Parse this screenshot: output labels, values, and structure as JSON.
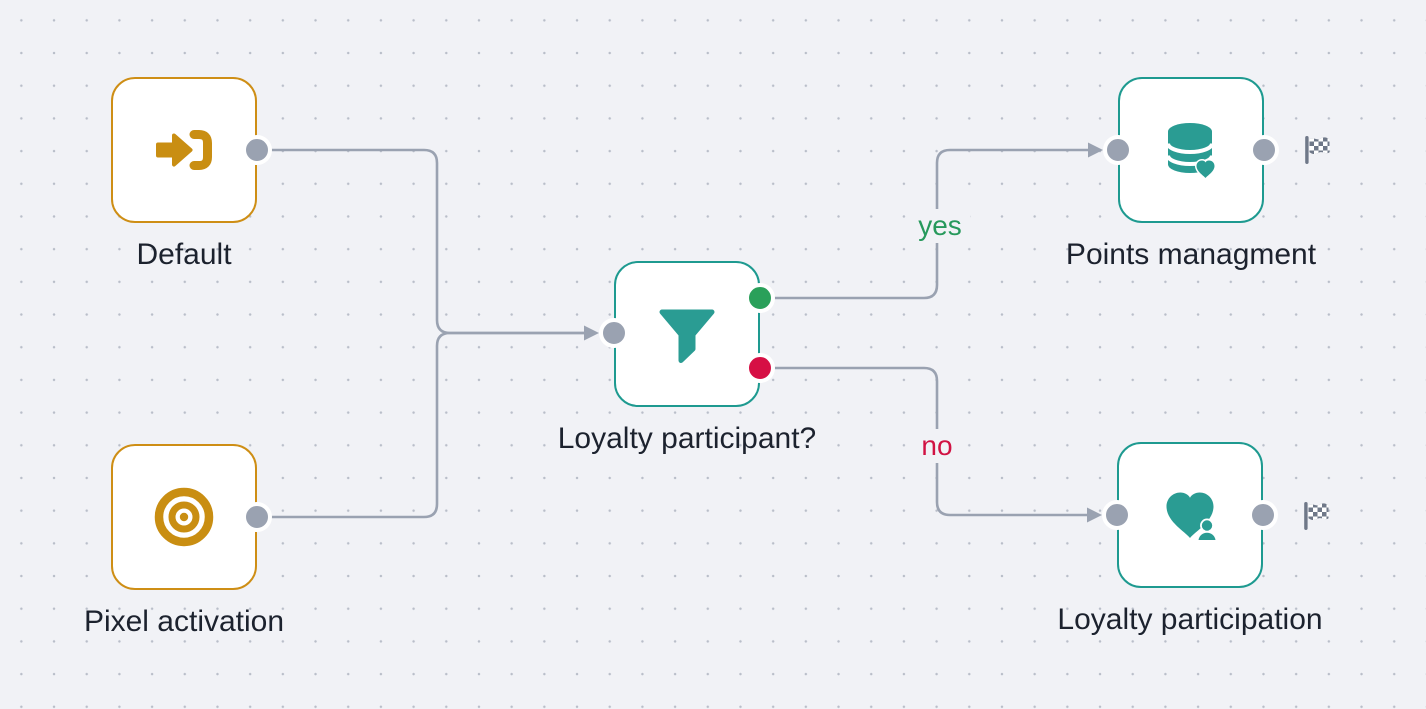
{
  "app": {
    "view": "journey-workflow-canvas"
  },
  "palette": {
    "background": "#f1f2f6",
    "grid_dot": "#b9bec9",
    "connector": "#9aa2b1",
    "trigger_border": "#ce8e15",
    "action_border": "#1e9a90",
    "icon_orange": "#c98e12",
    "icon_teal": "#2a9c93",
    "port_gray": "#9aa2b1",
    "port_yes_green": "#2aa05a",
    "port_no_red": "#d60f44",
    "label_text": "#1c222e",
    "yes_text": "#27995c",
    "no_text": "#d11243",
    "flag_gray": "#6f7888"
  },
  "nodes": [
    {
      "id": "default",
      "label": "Default",
      "icon": "sign-in-icon",
      "kind": "trigger"
    },
    {
      "id": "pixel-activation",
      "label": "Pixel activation",
      "icon": "target-icon",
      "kind": "trigger"
    },
    {
      "id": "loyalty-participant",
      "label": "Loyalty participant?",
      "icon": "filter-icon",
      "kind": "condition"
    },
    {
      "id": "points-managment",
      "label": "Points managment",
      "icon": "database-heart-icon",
      "kind": "action",
      "end_flag": true
    },
    {
      "id": "loyalty-participation",
      "label": "Loyalty participation",
      "icon": "heart-member-icon",
      "kind": "action",
      "end_flag": true
    }
  ],
  "edges": [
    {
      "from": "default",
      "to": "loyalty-participant",
      "label": ""
    },
    {
      "from": "pixel-activation",
      "to": "loyalty-participant",
      "label": ""
    },
    {
      "from": "loyalty-participant",
      "to": "points-managment",
      "label": "yes"
    },
    {
      "from": "loyalty-participant",
      "to": "loyalty-participation",
      "label": "no"
    }
  ]
}
